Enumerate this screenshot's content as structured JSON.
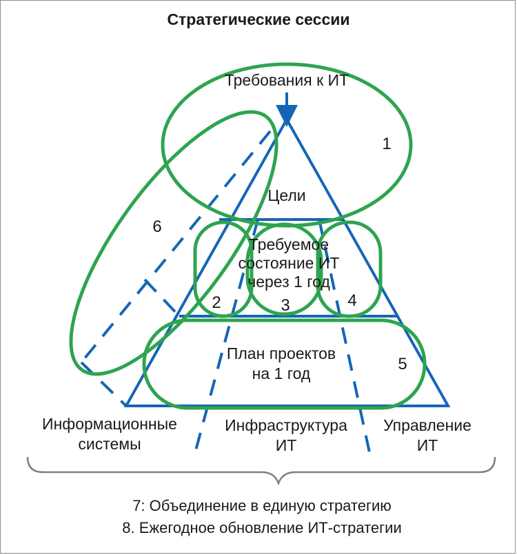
{
  "diagram": {
    "title": "Стратегические сессии",
    "top_label": "Требования к ИТ",
    "goals_label": "Цели",
    "target_state": [
      "Требуемое",
      "состояние ИТ",
      "через 1 год"
    ],
    "project_plan": [
      "План проектов",
      "на 1 год"
    ],
    "bottom_labels": {
      "info_systems": [
        "Информационные",
        "системы"
      ],
      "infrastructure": [
        "Инфраструктура",
        "ИТ"
      ],
      "management": [
        "Управление",
        "ИТ"
      ]
    },
    "numbers": {
      "n1": "1",
      "n2": "2",
      "n3": "3",
      "n4": "4",
      "n5": "5",
      "n6": "6"
    },
    "footer": {
      "line1": "7: Объединение в единую стратегию",
      "line2": "8. Ежегодное обновление ИТ-стратегии"
    },
    "colors": {
      "blue": "#1565b5",
      "green": "#2ea44f",
      "text": "#1a1a1a",
      "brace": "#7f7f7f"
    }
  }
}
